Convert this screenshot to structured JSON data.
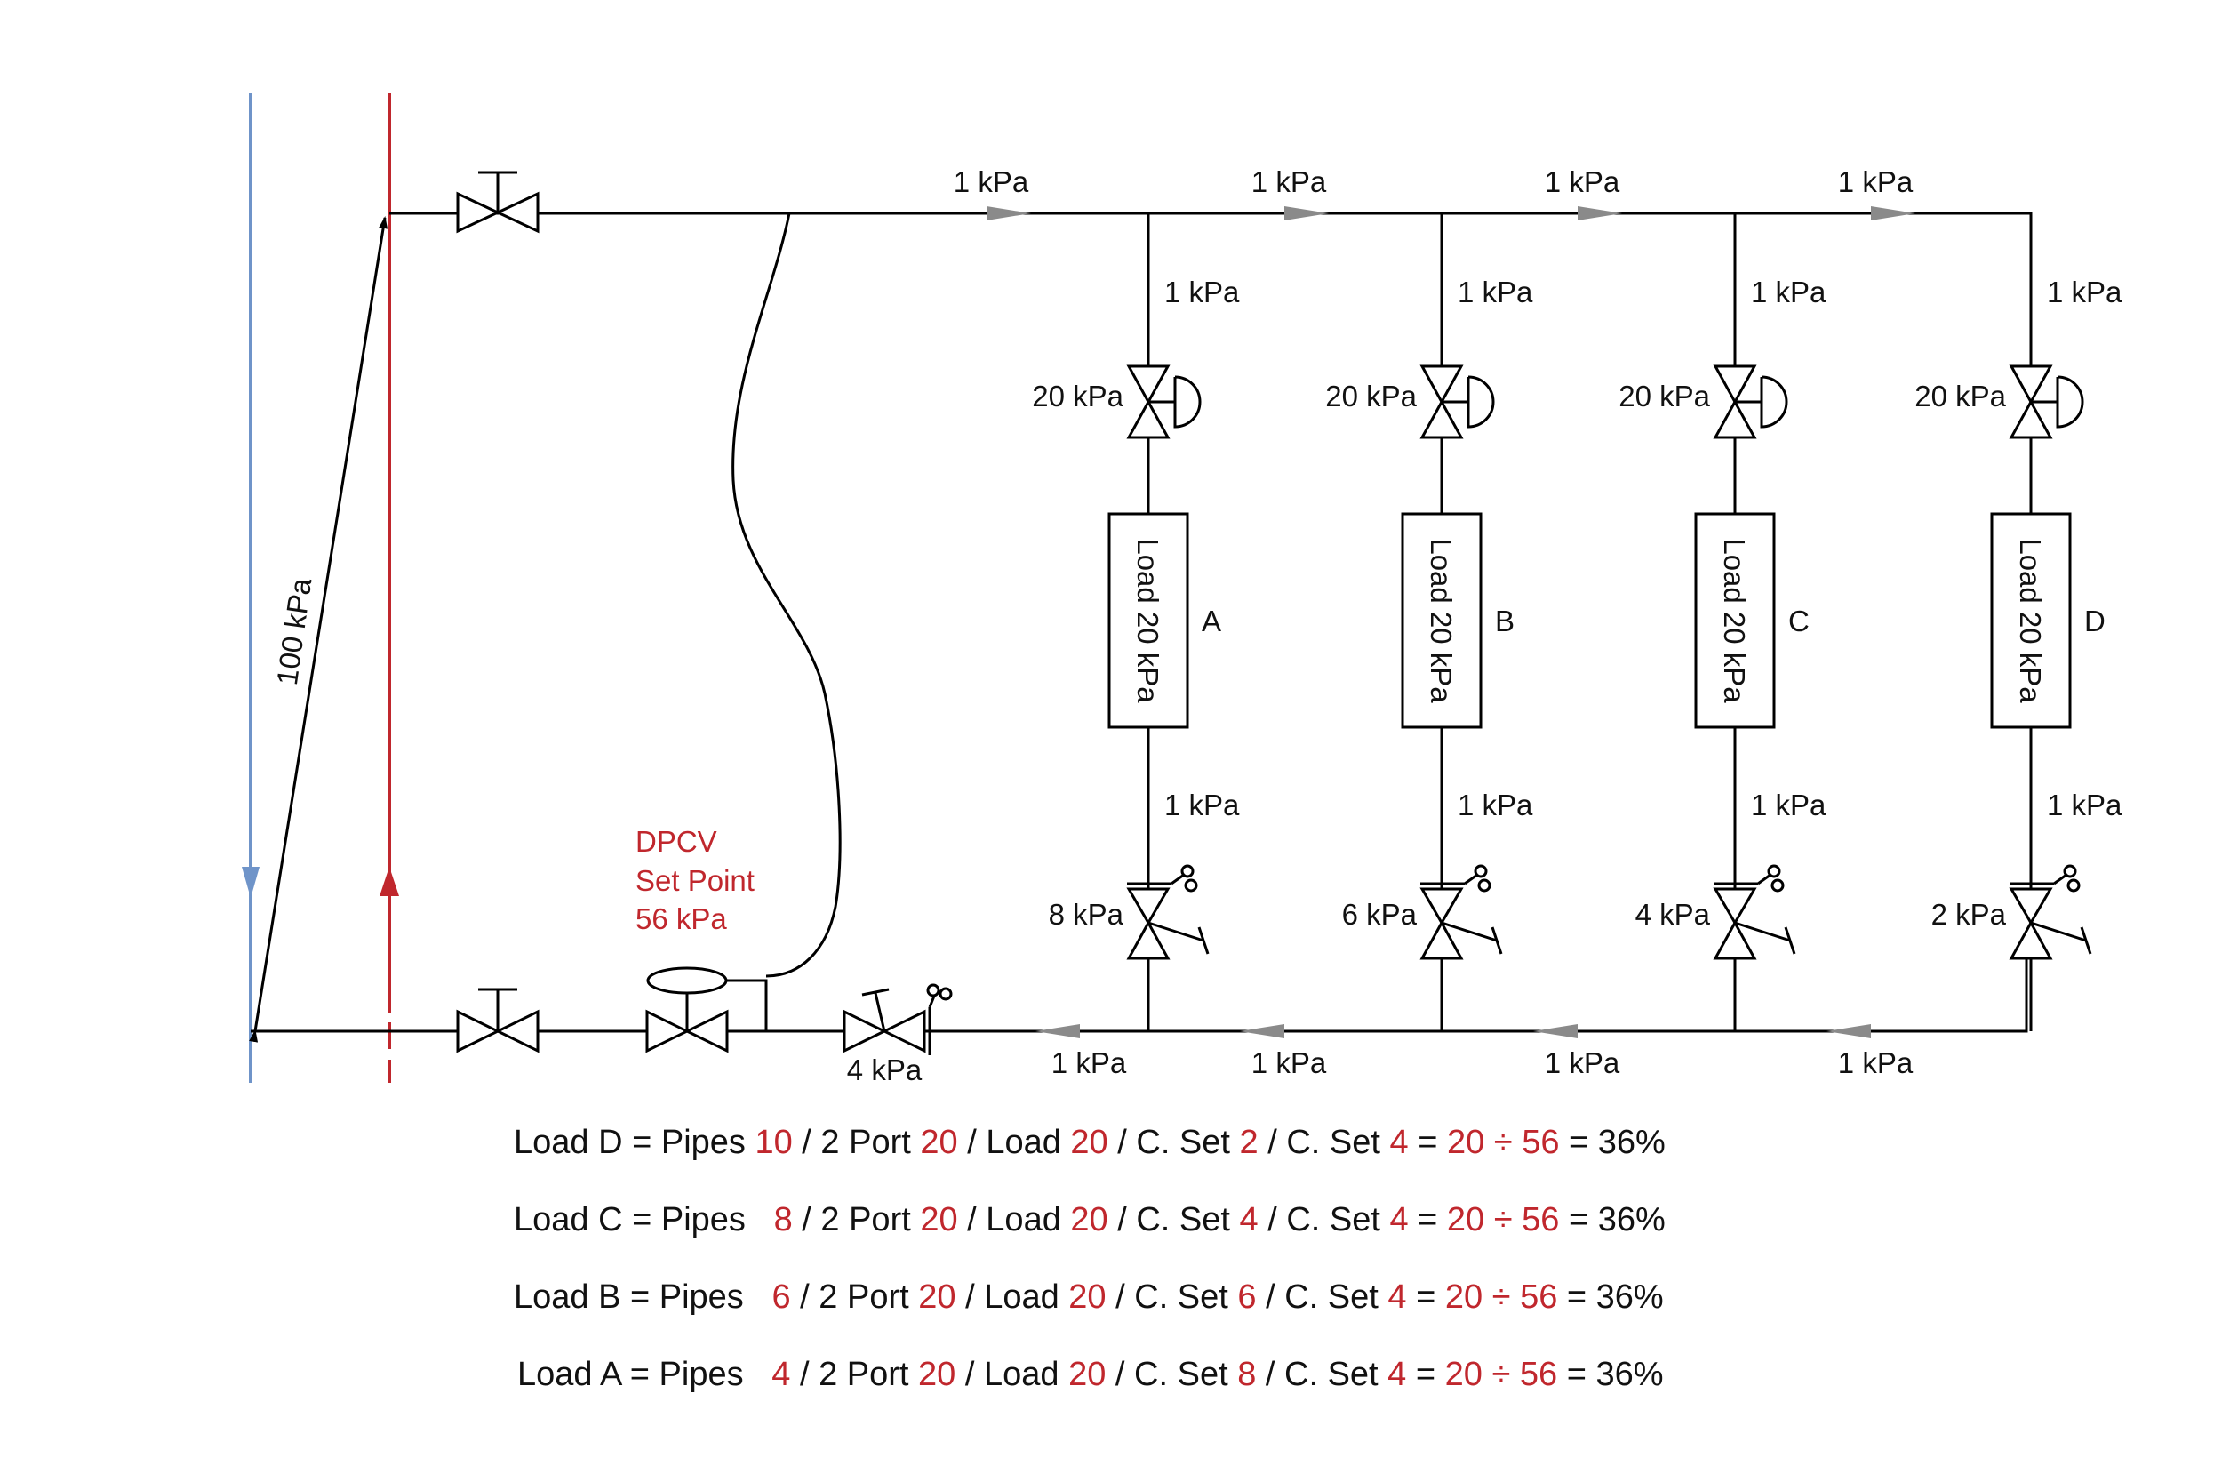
{
  "colors": {
    "flow_line": "#6f94c9",
    "return_line": "#c0272d",
    "highlight_text": "#c0272d",
    "arrow": "#8a8a8a",
    "line": "#000000"
  },
  "diagram": {
    "total_pressure": "100 kPa",
    "dpcv": {
      "line1": "DPCV",
      "line2": "Set Point",
      "line3": "56 kPa"
    },
    "dpcv_valve_label": "4 kPa",
    "top_pipe_labels": [
      "1 kPa",
      "1 kPa",
      "1 kPa",
      "1 kPa"
    ],
    "bottom_pipe_labels": [
      "1 kPa",
      "1 kPa",
      "1 kPa",
      "1 kPa"
    ],
    "branches": [
      {
        "id": "A",
        "riser_top": "1 kPa",
        "control_valve": "20 kPa",
        "load_text": "Load 20 kPa",
        "riser_bottom": "1 kPa",
        "commissioning_valve": "8 kPa"
      },
      {
        "id": "B",
        "riser_top": "1 kPa",
        "control_valve": "20 kPa",
        "load_text": "Load 20 kPa",
        "riser_bottom": "1 kPa",
        "commissioning_valve": "6 kPa"
      },
      {
        "id": "C",
        "riser_top": "1 kPa",
        "control_valve": "20 kPa",
        "load_text": "Load 20 kPa",
        "riser_bottom": "1 kPa",
        "commissioning_valve": "4 kPa"
      },
      {
        "id": "D",
        "riser_top": "1 kPa",
        "control_valve": "20 kPa",
        "load_text": "Load 20 kPa",
        "riser_bottom": "1 kPa",
        "commissioning_valve": "2 kPa"
      }
    ]
  },
  "equations": [
    [
      {
        "t": "Load D = Pipes ",
        "red": false
      },
      {
        "t": "10",
        "red": true
      },
      {
        "t": " / 2 Port ",
        "red": false
      },
      {
        "t": "20",
        "red": true
      },
      {
        "t": " / Load ",
        "red": false
      },
      {
        "t": "20",
        "red": true
      },
      {
        "t": " / C. Set ",
        "red": false
      },
      {
        "t": "2",
        "red": true
      },
      {
        "t": " / C. Set ",
        "red": false
      },
      {
        "t": "4",
        "red": true
      },
      {
        "t": " = ",
        "red": false
      },
      {
        "t": "20 ÷ 56",
        "red": true
      },
      {
        "t": " = 36%",
        "red": false
      }
    ],
    [
      {
        "t": "Load C = Pipes   ",
        "red": false
      },
      {
        "t": "8",
        "red": true
      },
      {
        "t": " / 2 Port ",
        "red": false
      },
      {
        "t": "20",
        "red": true
      },
      {
        "t": " / Load ",
        "red": false
      },
      {
        "t": "20",
        "red": true
      },
      {
        "t": " / C. Set ",
        "red": false
      },
      {
        "t": "4",
        "red": true
      },
      {
        "t": " / C. Set ",
        "red": false
      },
      {
        "t": "4",
        "red": true
      },
      {
        "t": " = ",
        "red": false
      },
      {
        "t": "20 ÷ 56",
        "red": true
      },
      {
        "t": " = 36%",
        "red": false
      }
    ],
    [
      {
        "t": "Load B = Pipes   ",
        "red": false
      },
      {
        "t": "6",
        "red": true
      },
      {
        "t": " / 2 Port ",
        "red": false
      },
      {
        "t": "20",
        "red": true
      },
      {
        "t": " / Load ",
        "red": false
      },
      {
        "t": "20",
        "red": true
      },
      {
        "t": " / C. Set ",
        "red": false
      },
      {
        "t": "6",
        "red": true
      },
      {
        "t": " / C. Set ",
        "red": false
      },
      {
        "t": "4",
        "red": true
      },
      {
        "t": " = ",
        "red": false
      },
      {
        "t": "20 ÷ 56",
        "red": true
      },
      {
        "t": " = 36%",
        "red": false
      }
    ],
    [
      {
        "t": "Load A = Pipes   ",
        "red": false
      },
      {
        "t": "4",
        "red": true
      },
      {
        "t": " / 2 Port ",
        "red": false
      },
      {
        "t": "20",
        "red": true
      },
      {
        "t": " / Load ",
        "red": false
      },
      {
        "t": "20",
        "red": true
      },
      {
        "t": " / C. Set ",
        "red": false
      },
      {
        "t": "8",
        "red": true
      },
      {
        "t": " / C. Set ",
        "red": false
      },
      {
        "t": "4",
        "red": true
      },
      {
        "t": " = ",
        "red": false
      },
      {
        "t": "20 ÷ 56",
        "red": true
      },
      {
        "t": " = 36%",
        "red": false
      }
    ]
  ]
}
